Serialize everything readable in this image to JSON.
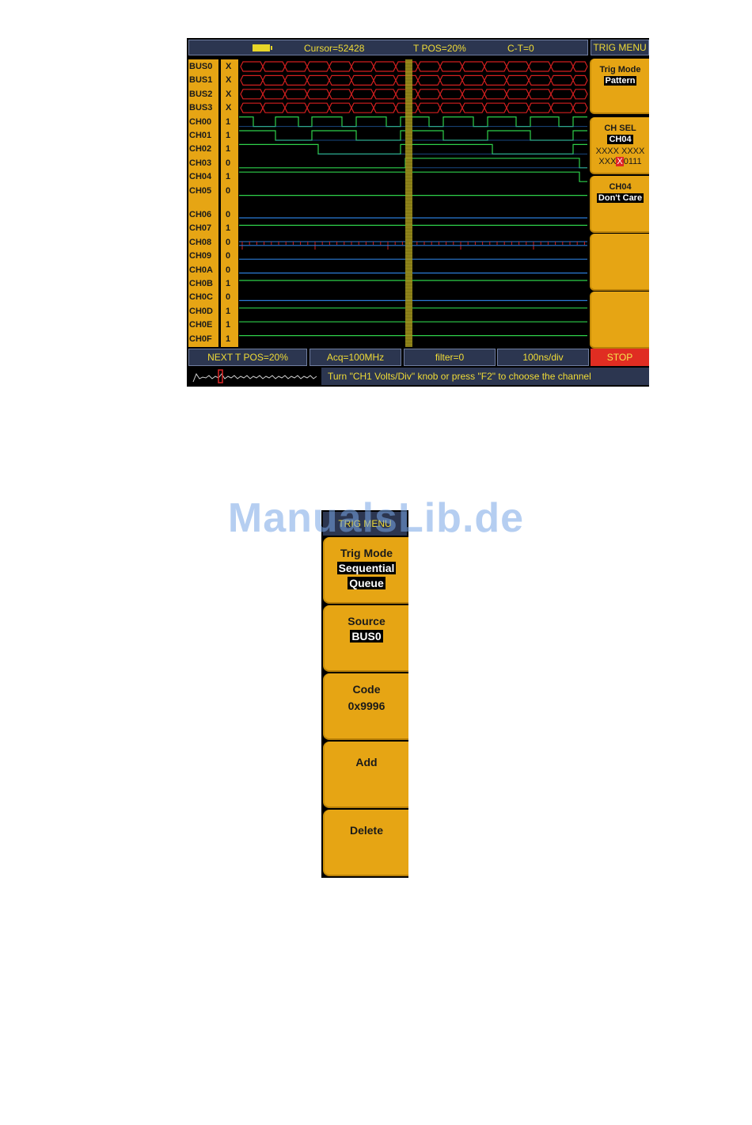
{
  "screen1": {
    "topbar": {
      "cursor": "Cursor=52428",
      "tpos": "T POS=20%",
      "ct": "C-T=0"
    },
    "menu_title": "TRIG MENU",
    "channels": [
      {
        "name": "BUS0",
        "value": "X"
      },
      {
        "name": "BUS1",
        "value": "X"
      },
      {
        "name": "BUS2",
        "value": "X"
      },
      {
        "name": "BUS3",
        "value": "X"
      },
      {
        "name": "CH00",
        "value": "1"
      },
      {
        "name": "CH01",
        "value": "1"
      },
      {
        "name": "CH02",
        "value": "1"
      },
      {
        "name": "CH03",
        "value": "0"
      },
      {
        "name": "CH04",
        "value": "1"
      },
      {
        "name": "CH05",
        "value": "0"
      },
      {
        "name": "CH06",
        "value": "0"
      },
      {
        "name": "CH07",
        "value": "1"
      },
      {
        "name": "CH08",
        "value": "0"
      },
      {
        "name": "CH09",
        "value": "0"
      },
      {
        "name": "CH0A",
        "value": "0"
      },
      {
        "name": "CH0B",
        "value": "1"
      },
      {
        "name": "CH0C",
        "value": "0"
      },
      {
        "name": "CH0D",
        "value": "1"
      },
      {
        "name": "CH0E",
        "value": "1"
      },
      {
        "name": "CH0F",
        "value": "1"
      }
    ],
    "side": {
      "trig_mode_label": "Trig Mode",
      "trig_mode_value": "Pattern",
      "ch_sel_label": "CH SEL",
      "ch_sel_value": "CH04",
      "bits_line1": "XXXX XXXX",
      "bits_line2_a": "XXX",
      "bits_line2_x": "X",
      "bits_line2_b": "0111",
      "ch_label": "CH04",
      "ch_value": "Don't Care"
    },
    "bottom": {
      "next_tpos": "NEXT T POS=20%",
      "acq": "Acq=100MHz",
      "filter": "filter=0",
      "timebase": "100ns/div",
      "stop": "STOP"
    },
    "message": "Turn \"CH1 Volts/Div\" knob or press \"F2\" to choose the channel",
    "colors": {
      "panel": "#e6a514",
      "bus": "#d21f1f",
      "green": "#2ed04a",
      "blue": "#2b7bd6",
      "cursor": "#a89a1e"
    }
  },
  "screen2": {
    "title": "TRIG MENU",
    "trig_mode_label": "Trig Mode",
    "trig_mode_value1": "Sequential",
    "trig_mode_value2": "Queue",
    "source_label": "Source",
    "source_value": "BUS0",
    "code_label": "Code",
    "code_value": "0x9996",
    "add_label": "Add",
    "delete_label": "Delete"
  },
  "watermark": "ManualsLib.de"
}
